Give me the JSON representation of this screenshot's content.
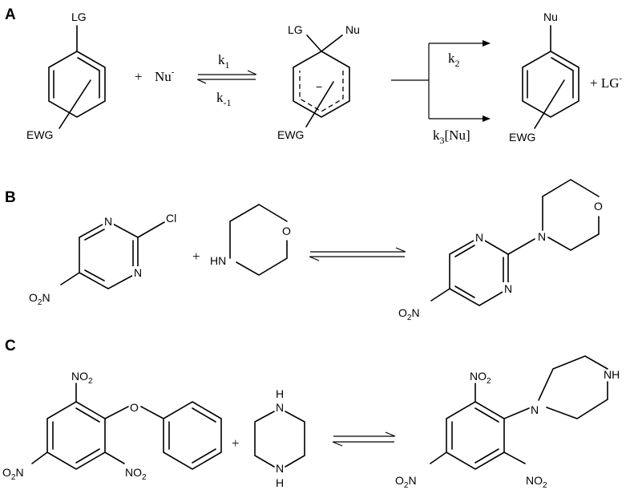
{
  "panels": {
    "A": {
      "letter": "A",
      "reactant": {
        "lg": "LG",
        "ewg": "EWG"
      },
      "plus": "+",
      "nucleophile": {
        "base": "Nu",
        "charge": "-"
      },
      "forward_rate": {
        "base": "k",
        "sub": "1"
      },
      "reverse_rate": {
        "base": "k",
        "sub": "-1"
      },
      "intermediate": {
        "lg": "LG",
        "nu": "Nu",
        "charge": "−",
        "ewg": "EWG"
      },
      "path_upper": {
        "base": "k",
        "sub": "2"
      },
      "path_lower": {
        "base": "k",
        "sub": "3",
        "suffix": "[Nu]"
      },
      "product": {
        "nu": "Nu",
        "ewg": "EWG"
      },
      "leaving": {
        "prefix": "+ LG",
        "charge": "-"
      }
    },
    "B": {
      "letter": "B",
      "reactant": {
        "n1": "N",
        "n2": "N",
        "cl": "Cl",
        "nitro_o": "O",
        "nitro_sub": "2",
        "nitro_n": "N"
      },
      "plus": "+",
      "morpholine": {
        "hn": "HN",
        "o": "O"
      },
      "product": {
        "n1": "N",
        "n2": "N",
        "nm": "N",
        "o": "O",
        "nitro_o": "O",
        "nitro_sub": "2",
        "nitro_n": "N"
      }
    },
    "C": {
      "letter": "C",
      "reactant": {
        "no2_top_n": "NO",
        "no2_top_sub": "2",
        "o_bridge": "O",
        "no2_left_o": "O",
        "no2_left_sub": "2",
        "no2_left_n": "N",
        "no2_right_n": "NO",
        "no2_right_sub": "2"
      },
      "plus": "+",
      "piperazine": {
        "nh_top": "N",
        "h_top": "H",
        "nh_bottom": "N",
        "h_bottom": "H"
      },
      "product": {
        "no2_top_n": "NO",
        "no2_top_sub": "2",
        "n_ring": "N",
        "nh": "NH",
        "no2_left_o": "O",
        "no2_left_sub": "2",
        "no2_left_n": "N",
        "no2_right_n": "NO",
        "no2_right_sub": "2"
      }
    }
  }
}
